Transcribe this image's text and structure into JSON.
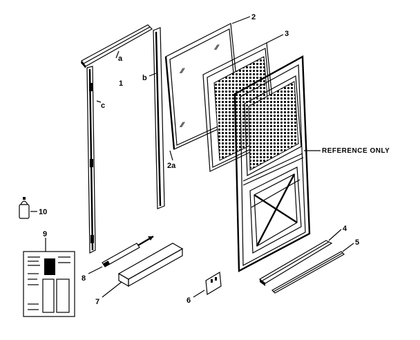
{
  "parts": {
    "p1": "1",
    "p1a": "a",
    "p1b": "b",
    "p1c": "c",
    "p2": "2",
    "p2a": "2a",
    "p3": "3",
    "p4": "4",
    "p5": "5",
    "p6": "6",
    "p7": "7",
    "p8": "8",
    "p9": "9",
    "p10": "10"
  },
  "reference_note": "REFERENCE ONLY"
}
